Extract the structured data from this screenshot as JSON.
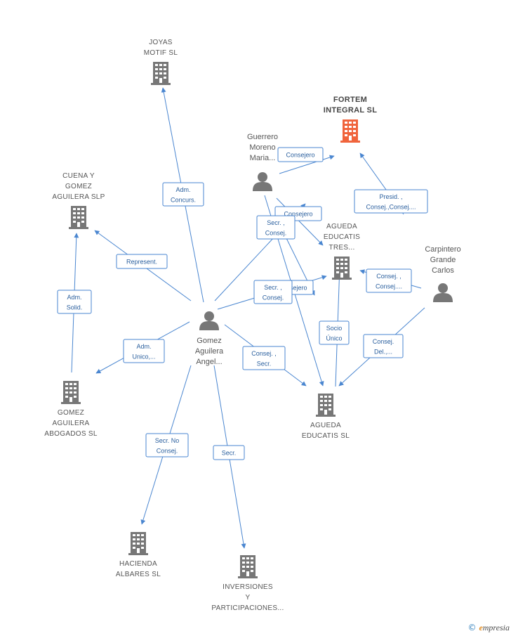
{
  "colors": {
    "edge": "#4a86d0",
    "building": "#777777",
    "building_main": "#f0643c",
    "person": "#777777"
  },
  "companies": [
    {
      "id": "joyas",
      "lines": [
        "JOYAS",
        "MOTIF SL"
      ],
      "main": false
    },
    {
      "id": "fortem",
      "lines": [
        "FORTEM",
        "INTEGRAL SL"
      ],
      "main": true
    },
    {
      "id": "cuena",
      "lines": [
        "CUENA Y",
        "GOMEZ",
        "AGUILERA SLP"
      ],
      "main": false
    },
    {
      "id": "agueda_tres",
      "lines": [
        "AGUEDA",
        "EDUCATIS",
        "TRES..."
      ],
      "main": false
    },
    {
      "id": "gomez_abogados",
      "lines": [
        "GOMEZ",
        "AGUILERA",
        "ABOGADOS SL"
      ],
      "main": false
    },
    {
      "id": "agueda",
      "lines": [
        "AGUEDA",
        "EDUCATIS SL"
      ],
      "main": false
    },
    {
      "id": "hacienda",
      "lines": [
        "HACIENDA",
        "ALBARES SL"
      ],
      "main": false
    },
    {
      "id": "inversiones",
      "lines": [
        "INVERSIONES",
        "Y",
        "PARTICIPACIONES..."
      ],
      "main": false
    }
  ],
  "persons": [
    {
      "id": "guerrero",
      "lines": [
        "Guerrero",
        "Moreno",
        "Maria..."
      ]
    },
    {
      "id": "carpintero",
      "lines": [
        "Carpintero",
        "Grande",
        "Carlos"
      ]
    },
    {
      "id": "gomez",
      "lines": [
        "Gomez",
        "Aguilera",
        "Angel..."
      ]
    }
  ],
  "relations": [
    {
      "id": "r1",
      "lines": [
        "Adm.",
        "Concurs."
      ]
    },
    {
      "id": "r2",
      "lines": [
        "Represent."
      ]
    },
    {
      "id": "r3",
      "lines": [
        "Adm.",
        "Solid."
      ]
    },
    {
      "id": "r4",
      "lines": [
        "Adm.",
        "Unico,..."
      ]
    },
    {
      "id": "r5",
      "lines": [
        "Consejero"
      ]
    },
    {
      "id": "r6",
      "lines": [
        "Consejero"
      ]
    },
    {
      "id": "r7",
      "lines": [
        "Secr. ,",
        "Consej."
      ]
    },
    {
      "id": "r8",
      "lines": [
        "Secr. ,",
        "Consej."
      ]
    },
    {
      "id": "r8b",
      "lines": [
        "Consejero"
      ]
    },
    {
      "id": "r9",
      "lines": [
        "Presid. ,",
        "Consej.,Consej...."
      ]
    },
    {
      "id": "r10",
      "lines": [
        "Consej. ,",
        "Consej...."
      ]
    },
    {
      "id": "r11",
      "lines": [
        "Socio",
        "Único"
      ]
    },
    {
      "id": "r12",
      "lines": [
        "Consej.",
        "Del.,..."
      ]
    },
    {
      "id": "r13",
      "lines": [
        "Consej. ,",
        "Secr."
      ]
    },
    {
      "id": "r14",
      "lines": [
        "Secr.  No",
        "Consej."
      ]
    },
    {
      "id": "r15",
      "lines": [
        "Secr."
      ]
    }
  ],
  "footer": {
    "copyright": "©",
    "brand_initial": "e",
    "brand_rest": "mpresia"
  }
}
